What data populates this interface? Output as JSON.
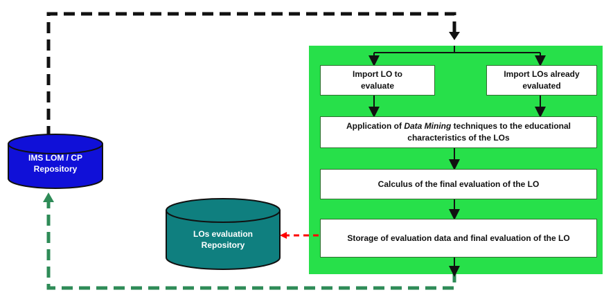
{
  "diagram": {
    "ims_repository": "IMS LOM / CP Repository",
    "los_repository": "LOs evaluation Repository",
    "steps": {
      "import_lo": "Import LO to evaluate",
      "import_los": "Import LOs already evaluated",
      "data_mining_before": "Application of ",
      "data_mining_em": "Data Mining",
      "data_mining_after": " techniques to the educational characteristics of the LOs",
      "calculus": "Calculus of the final evaluation of the LO",
      "storage": "Storage of evaluation data and final evaluation of the LO"
    }
  },
  "colors": {
    "panel": "#27e04a",
    "ims_cylinder": "#1010d8",
    "los_cylinder": "#0f7f7f",
    "dashed_black": "#000000",
    "dashed_green": "#2e8b57",
    "dashed_red": "#ff0000"
  }
}
